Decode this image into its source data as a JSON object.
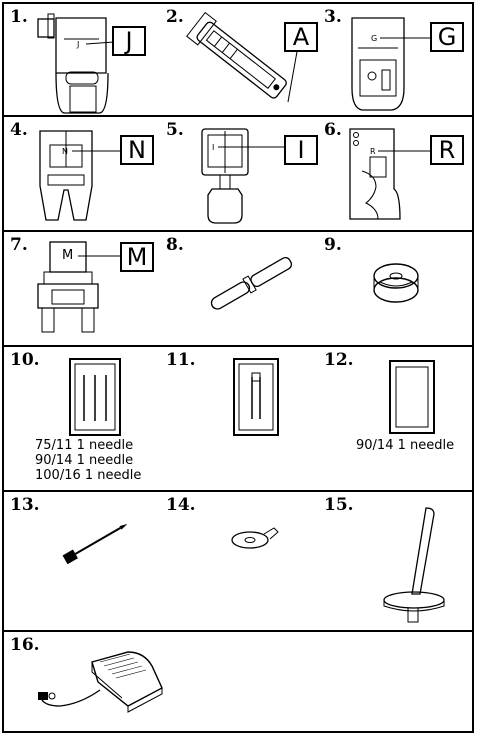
{
  "items": [
    {
      "number": "1.",
      "letter": "J",
      "foot_label": "J"
    },
    {
      "number": "2.",
      "letter": "A"
    },
    {
      "number": "3.",
      "letter": "G",
      "foot_label": "G"
    },
    {
      "number": "4.",
      "letter": "N",
      "foot_label": "N"
    },
    {
      "number": "5.",
      "letter": "I",
      "foot_label": "I"
    },
    {
      "number": "6.",
      "letter": "R",
      "foot_label": "R"
    },
    {
      "number": "7.",
      "letter": "M",
      "foot_label": "M"
    },
    {
      "number": "8."
    },
    {
      "number": "9."
    },
    {
      "number": "10.",
      "captions": [
        "75/11 1 needle",
        "90/14 1 needle",
        "100/16 1 needle"
      ]
    },
    {
      "number": "11."
    },
    {
      "number": "12.",
      "captions": [
        "90/14 1 needle"
      ]
    },
    {
      "number": "13."
    },
    {
      "number": "14."
    },
    {
      "number": "15."
    },
    {
      "number": "16."
    }
  ]
}
